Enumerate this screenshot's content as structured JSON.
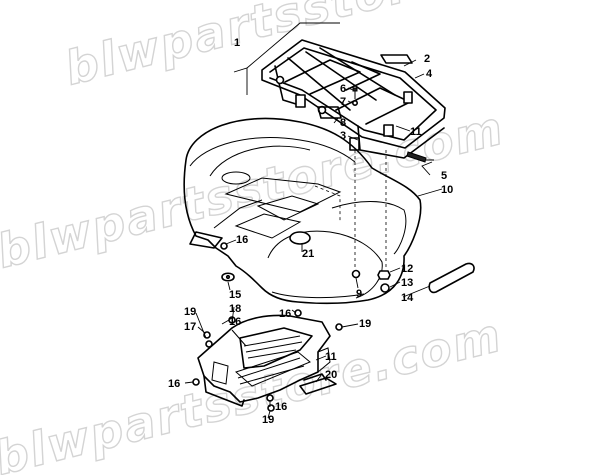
{
  "watermark": {
    "top": "blwpartsstore.com",
    "middle": "blwpartsstore.com",
    "bottom": "blwpartsstore.com"
  },
  "callouts": [
    {
      "id": "c1",
      "text": "1"
    },
    {
      "id": "c2",
      "text": "2"
    },
    {
      "id": "c4",
      "text": "4"
    },
    {
      "id": "c6",
      "text": "6"
    },
    {
      "id": "c7",
      "text": "7"
    },
    {
      "id": "c8",
      "text": "8"
    },
    {
      "id": "c3",
      "text": "3"
    },
    {
      "id": "c11a",
      "text": "11"
    },
    {
      "id": "c5",
      "text": "5"
    },
    {
      "id": "c10",
      "text": "10"
    },
    {
      "id": "c16a",
      "text": "16"
    },
    {
      "id": "c21",
      "text": "21"
    },
    {
      "id": "c12",
      "text": "12"
    },
    {
      "id": "c13",
      "text": "13"
    },
    {
      "id": "c9",
      "text": "9"
    },
    {
      "id": "c14",
      "text": "14"
    },
    {
      "id": "c15",
      "text": "15"
    },
    {
      "id": "c18",
      "text": "18"
    },
    {
      "id": "c19a",
      "text": "19"
    },
    {
      "id": "c16b",
      "text": "16"
    },
    {
      "id": "c17",
      "text": "17"
    },
    {
      "id": "c16c",
      "text": "16"
    },
    {
      "id": "c19b",
      "text": "19"
    },
    {
      "id": "c11b",
      "text": "11"
    },
    {
      "id": "c20",
      "text": "20"
    },
    {
      "id": "c16d",
      "text": "16"
    },
    {
      "id": "c16e",
      "text": "16"
    },
    {
      "id": "c19c",
      "text": "19"
    }
  ]
}
